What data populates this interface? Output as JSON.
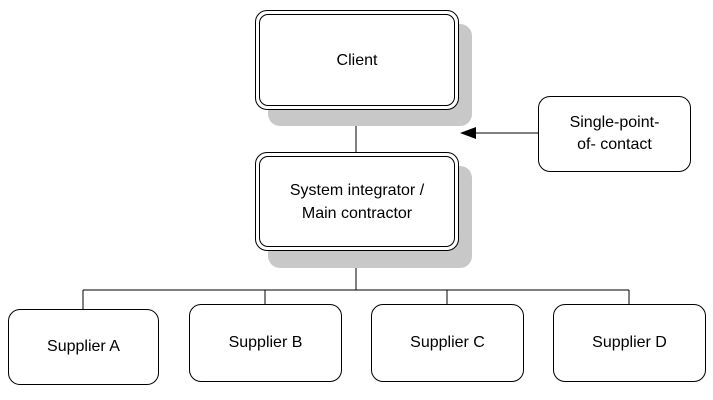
{
  "client": {
    "label": "Client"
  },
  "integrator": {
    "label": "System integrator /\nMain contractor"
  },
  "contact": {
    "label": "Single-point-\nof- contact"
  },
  "suppliers": [
    {
      "label": "Supplier A"
    },
    {
      "label": "Supplier B"
    },
    {
      "label": "Supplier C"
    },
    {
      "label": "Supplier D"
    }
  ]
}
